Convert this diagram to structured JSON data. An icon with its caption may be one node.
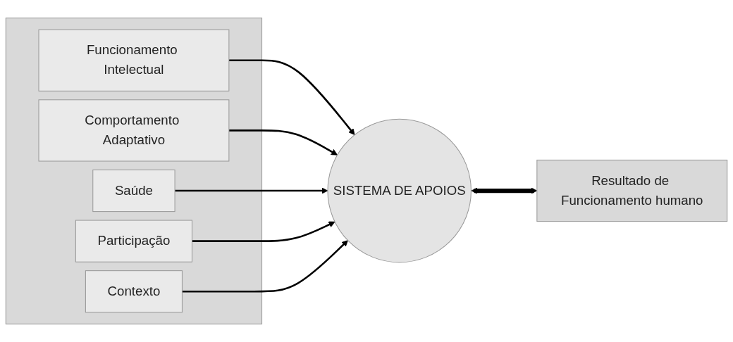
{
  "diagram": {
    "nodes": [
      {
        "text": [],
        "shape": "box"
      },
      {
        "text": [
          "Funcionamento Intelectual"
        ],
        "in": 0
      },
      {
        "text": [
          "Comportamento Adaptativo"
        ],
        "in": 0
      },
      {
        "text": [
          "Saúde"
        ],
        "in": 0
      },
      {
        "text": [
          "Participação"
        ],
        "in": 0
      },
      {
        "text": [
          "Contexto"
        ],
        "in": 0
      },
      {
        "text": [
          "SISTEMA DE APOIOS"
        ]
      },
      {
        "text": [
          "Resultado de Funcionamento humano"
        ]
      }
    ],
    "edges": [
      {
        "from": 1,
        "to": 6,
        "arrow": "to"
      },
      {
        "from": 2,
        "to": 6,
        "arrow": "to"
      },
      {
        "from": 3,
        "to": 6,
        "arrow": "to"
      },
      {
        "from": 4,
        "to": 6,
        "arrow": "to"
      },
      {
        "from": 5,
        "to": 6,
        "arrow": "to"
      },
      {
        "from": 6,
        "to": 7,
        "arrow": "both",
        "style": "thick"
      }
    ]
  }
}
